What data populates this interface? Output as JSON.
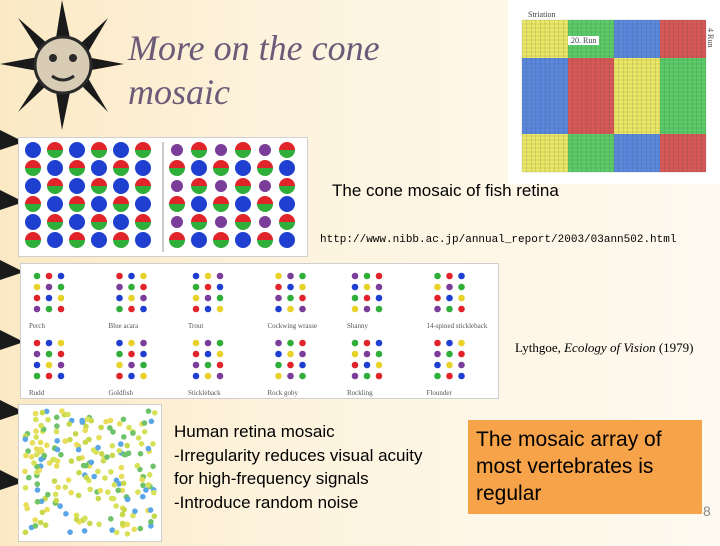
{
  "slide": {
    "title": "More on the cone mosaic",
    "caption": "The cone mosaic of fish retina",
    "url": "http://www.nibb.ac.jp/annual_report/2003/03ann502.html",
    "citation_author": "Lythgoe, ",
    "citation_title": "Ecology of Vision",
    "citation_year": " (1979)",
    "human_lines": [
      "Human retina mosaic",
      "-Irregularity reduces visual acuity",
      "for high-frequency signals",
      "-Introduce random noise"
    ],
    "highlight": "The mosaic array of most vertebrates is regular",
    "page_number": "8"
  },
  "grid_figure": {
    "label_top_left": "Striation",
    "label_run": "20. Run",
    "label_side": "4 Run"
  },
  "species_labels": [
    "Perch",
    "Blue acara",
    "Trout",
    "Cockwing wrasse",
    "Shanny",
    "14-spined stickleback",
    "Rudd",
    "Goldfish",
    "Stickleback",
    "Rock goby",
    "Rockling",
    "Flounder"
  ],
  "colors": {
    "title": "#6b5a78",
    "highlight_bg": "#f7a34a",
    "cone_blue": "#1f3fd0",
    "cone_red": "#e0242a",
    "cone_green": "#2fae3a",
    "cone_purple": "#7a3d9a"
  }
}
